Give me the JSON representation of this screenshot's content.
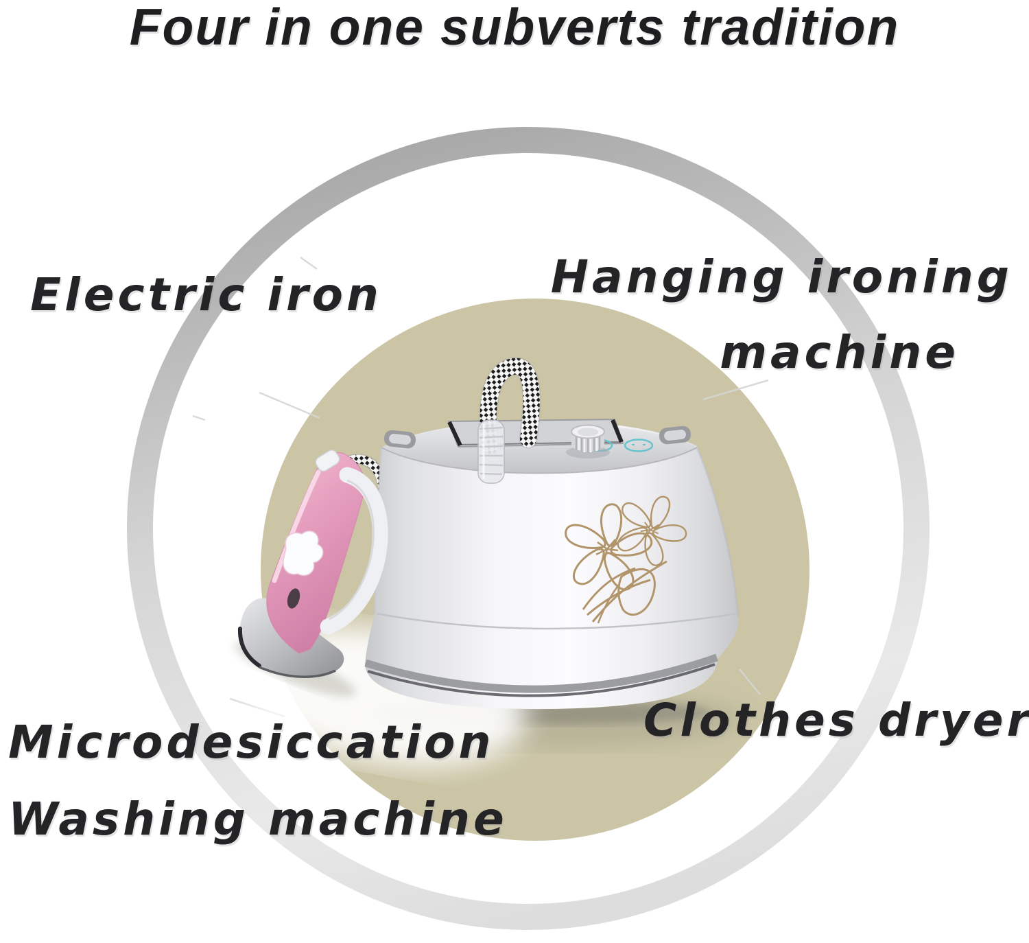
{
  "title": "Four in one subverts tradition",
  "labels": {
    "electric_iron": "Electric iron",
    "hanging_ironing_line1": "Hanging ironing",
    "hanging_ironing_line2": "machine",
    "micro_line1": "Microdesiccation",
    "micro_line2": "Washing machine",
    "clothes_dryer": "Clothes dryer"
  },
  "colors": {
    "background": "#ffffff",
    "text": "#242427",
    "beige_circle": "#cbc5a6",
    "outer_ring_dark": "#a8a8a8",
    "outer_ring_light": "#ececec",
    "machine_body": "#f6f6f8",
    "machine_deck": "#d5d6da",
    "accent_teal": "#68c3cd",
    "flower_gold": "#b1946a",
    "iron_pink": "#e59dbd",
    "hose_braid_dark": "#1c1c1c",
    "soleplate_silver": "#b9babe"
  }
}
